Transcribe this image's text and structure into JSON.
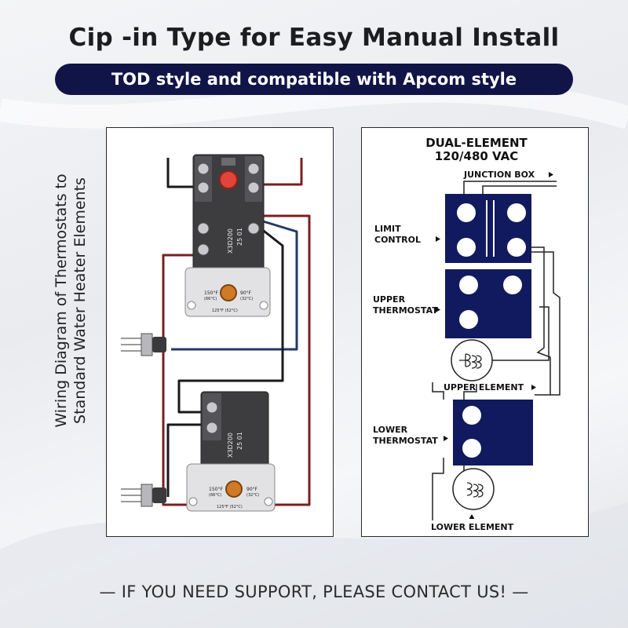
{
  "header": {
    "title": "Cip -in Type for Easy Manual Install",
    "subtitle": "TOD style and compatible with Apcom style"
  },
  "left_panel": {
    "caption_line1": "Wiring Diagram of Thermostats to",
    "caption_line2": "Standard Water Heater Elements",
    "upper_thermostat": {
      "model": "X3D200",
      "code": "25 01",
      "temp_low": "150°F",
      "temp_low_c": "(66°C)",
      "temp_high": "90°F",
      "temp_high_c": "(32°C)",
      "temp_mid": "125°F (52°C)"
    },
    "lower_thermostat": {
      "model": "X3D200",
      "code": "25 01",
      "temp_low": "150°F",
      "temp_low_c": "(66°C)",
      "temp_high": "90°F",
      "temp_high_c": "(32°C)",
      "temp_mid": "125°F (52°C)"
    }
  },
  "right_panel": {
    "title_line1": "DUAL-ELEMENT",
    "title_line2": "120/480 VAC",
    "junction_box": "JUNCTION BOX",
    "limit_control_line1": "LIMIT",
    "limit_control_line2": "CONTROL",
    "upper_thermostat_line1": "UPPER",
    "upper_thermostat_line2": "THERMOSTAT",
    "upper_element": "UPPER ELEMENT",
    "lower_thermostat_line1": "LOWER",
    "lower_thermostat_line2": "THERMOSTAT",
    "lower_element": "LOWER ELEMENT",
    "block_color": "#111a5e"
  },
  "footer": {
    "text": "— IF YOU NEED SUPPORT, PLEASE CONTACT US! —"
  }
}
